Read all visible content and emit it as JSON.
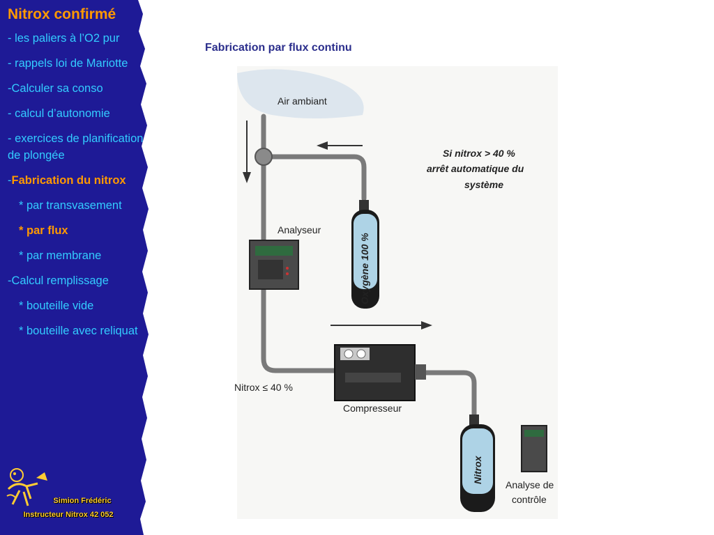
{
  "sidebar": {
    "title": "Nitrox confirmé",
    "items": [
      "- les paliers à l’O2 pur",
      "- rappels loi de Mariotte",
      "-Calculer sa conso",
      "- calcul d’autonomie",
      "- exercices de planification de plongée"
    ],
    "fabrication_prefix": "-",
    "fabrication_label": "Fabrication du nitrox",
    "sub_transvasement": "* par transvasement",
    "sub_flux": "* par flux",
    "sub_membrane": "* par membrane",
    "remplissage": "-Calcul remplissage",
    "sub_vide": "* bouteille vide",
    "sub_reliquat": "* bouteille avec reliquat",
    "credit_name": "Simion Frédéric",
    "credit_role": "Instructeur Nitrox 42 052",
    "colors": {
      "background": "#1E1A96",
      "title": "#FF9900",
      "text": "#33CCFF"
    }
  },
  "main": {
    "title": "Fabrication par flux continu"
  },
  "diagram": {
    "air": "Air ambiant",
    "warning_line1": "Si nitrox > 40 %",
    "warning_line2": "arrêt automatique du",
    "warning_line3": "système",
    "oxygen_tank": "Oxygène 100 %",
    "analyzer": "Analyseur",
    "nitrox_limit": "Nitrox ≤ 40 %",
    "compressor": "Compresseur",
    "nitrox_tank": "Nitrox",
    "control1": "Analyse de",
    "control2": "contrôle"
  }
}
